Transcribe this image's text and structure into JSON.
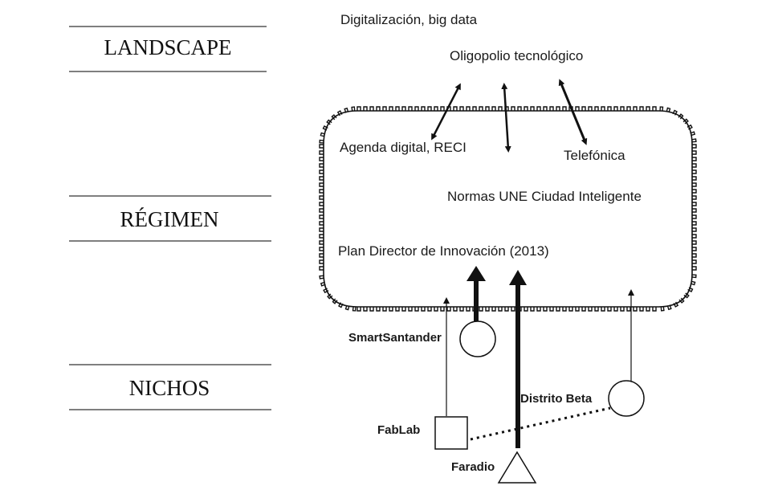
{
  "levels": {
    "landscape": "LANDSCAPE",
    "regime": "RÉGIMEN",
    "niches": "NICHOS"
  },
  "landscape_items": {
    "digitalizacion": "Digitalización, big data",
    "oligopolio": "Oligopolio tecnológico"
  },
  "regime_items": {
    "agenda": "Agenda digital, RECI",
    "telefonica": "Telefónica",
    "normas": "Normas UNE Ciudad Inteligente",
    "plan": "Plan Director de Innovación (2013)"
  },
  "niches": {
    "smartsantander": "SmartSantander",
    "distrito_beta": "Distrito Beta",
    "fablab": "FabLab",
    "faradio": "Faradio"
  }
}
